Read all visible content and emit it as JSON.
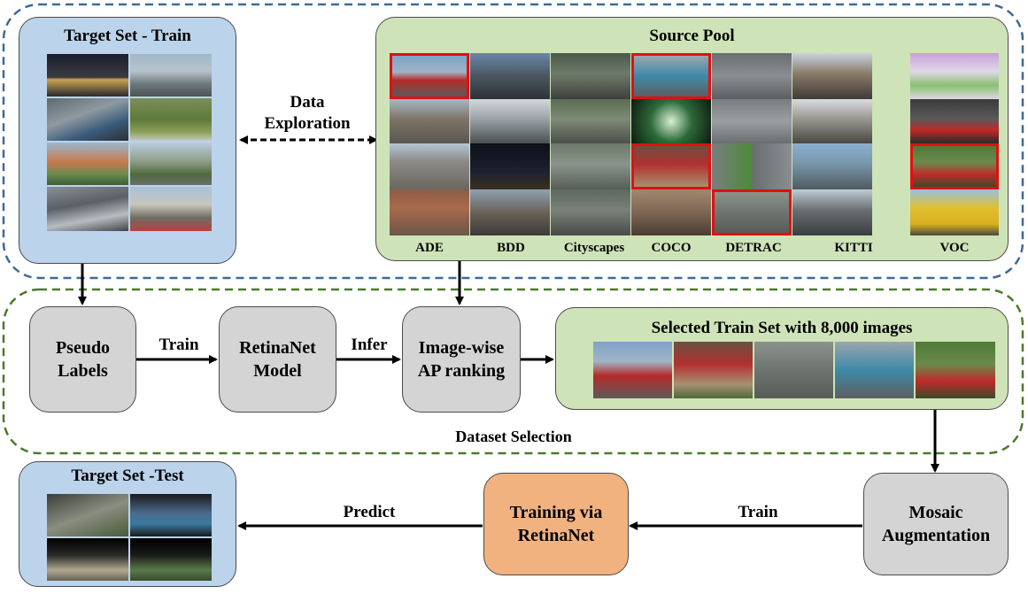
{
  "section_labels": {
    "top_region": "",
    "dataset_selection": "Dataset Selection"
  },
  "target_train": {
    "title": "Target Set - Train"
  },
  "source_pool": {
    "title": "Source Pool",
    "columns": [
      "ADE",
      "BDD",
      "Cityscapes",
      "COCO",
      "DETRAC",
      "KITTI",
      "VOC"
    ]
  },
  "data_exploration": {
    "label": "Data\nExploration"
  },
  "nodes": {
    "pseudo_labels": "Pseudo\nLabels",
    "retinanet_model": "RetinaNet\nModel",
    "ap_ranking": "Image-wise\nAP ranking",
    "training": "Training via\nRetinaNet",
    "mosaic": "Mosaic\nAugmentation"
  },
  "edges": {
    "train_1": "Train",
    "infer": "Infer",
    "train_2": "Train",
    "predict": "Predict"
  },
  "selected_set": {
    "title": "Selected Train Set with 8,000 images"
  },
  "target_test": {
    "title": "Target Set -Test"
  },
  "colors": {
    "blue_box": "#bcd3ec",
    "green_box": "#cfe3b8",
    "gray_box": "#d4d4d4",
    "orange_box": "#f2b27f",
    "blue_dash": "#3d6a96",
    "green_dash": "#4a7a2c",
    "highlight": "#e01010"
  }
}
